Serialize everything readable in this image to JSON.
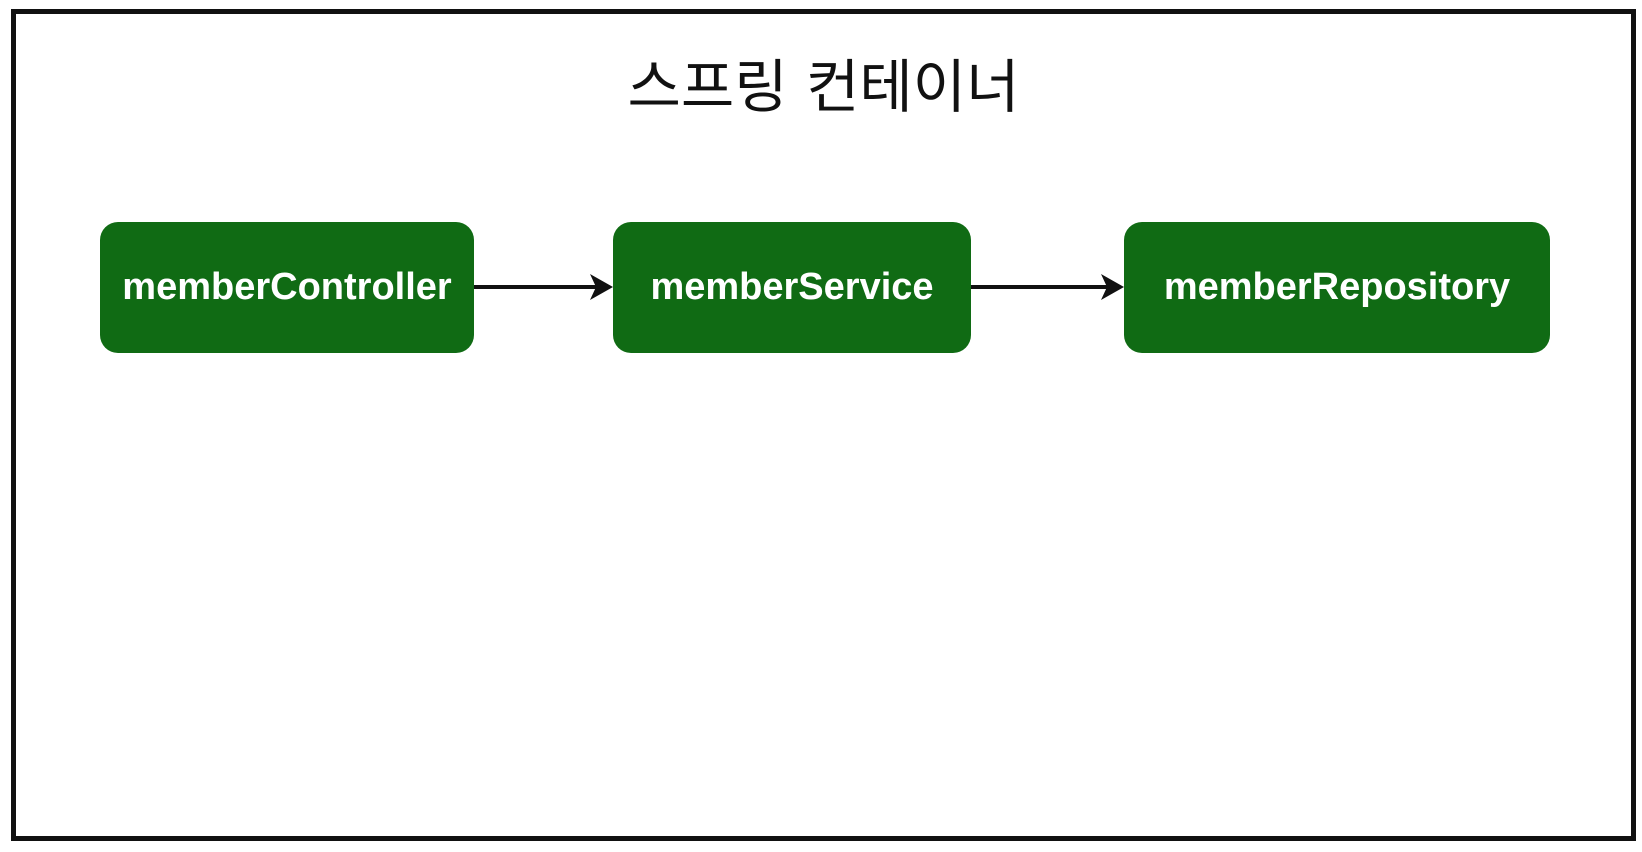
{
  "diagram": {
    "title": "스프링 컨테이너",
    "colors": {
      "node_fill": "#106b14",
      "node_text": "#ffffff",
      "arrow": "#111111",
      "border": "#111111"
    },
    "nodes": [
      {
        "id": "controller",
        "label": "memberController"
      },
      {
        "id": "service",
        "label": "memberService"
      },
      {
        "id": "repository",
        "label": "memberRepository"
      }
    ],
    "edges": [
      {
        "from": "memberController",
        "to": "memberService"
      },
      {
        "from": "memberService",
        "to": "memberRepository"
      }
    ]
  }
}
